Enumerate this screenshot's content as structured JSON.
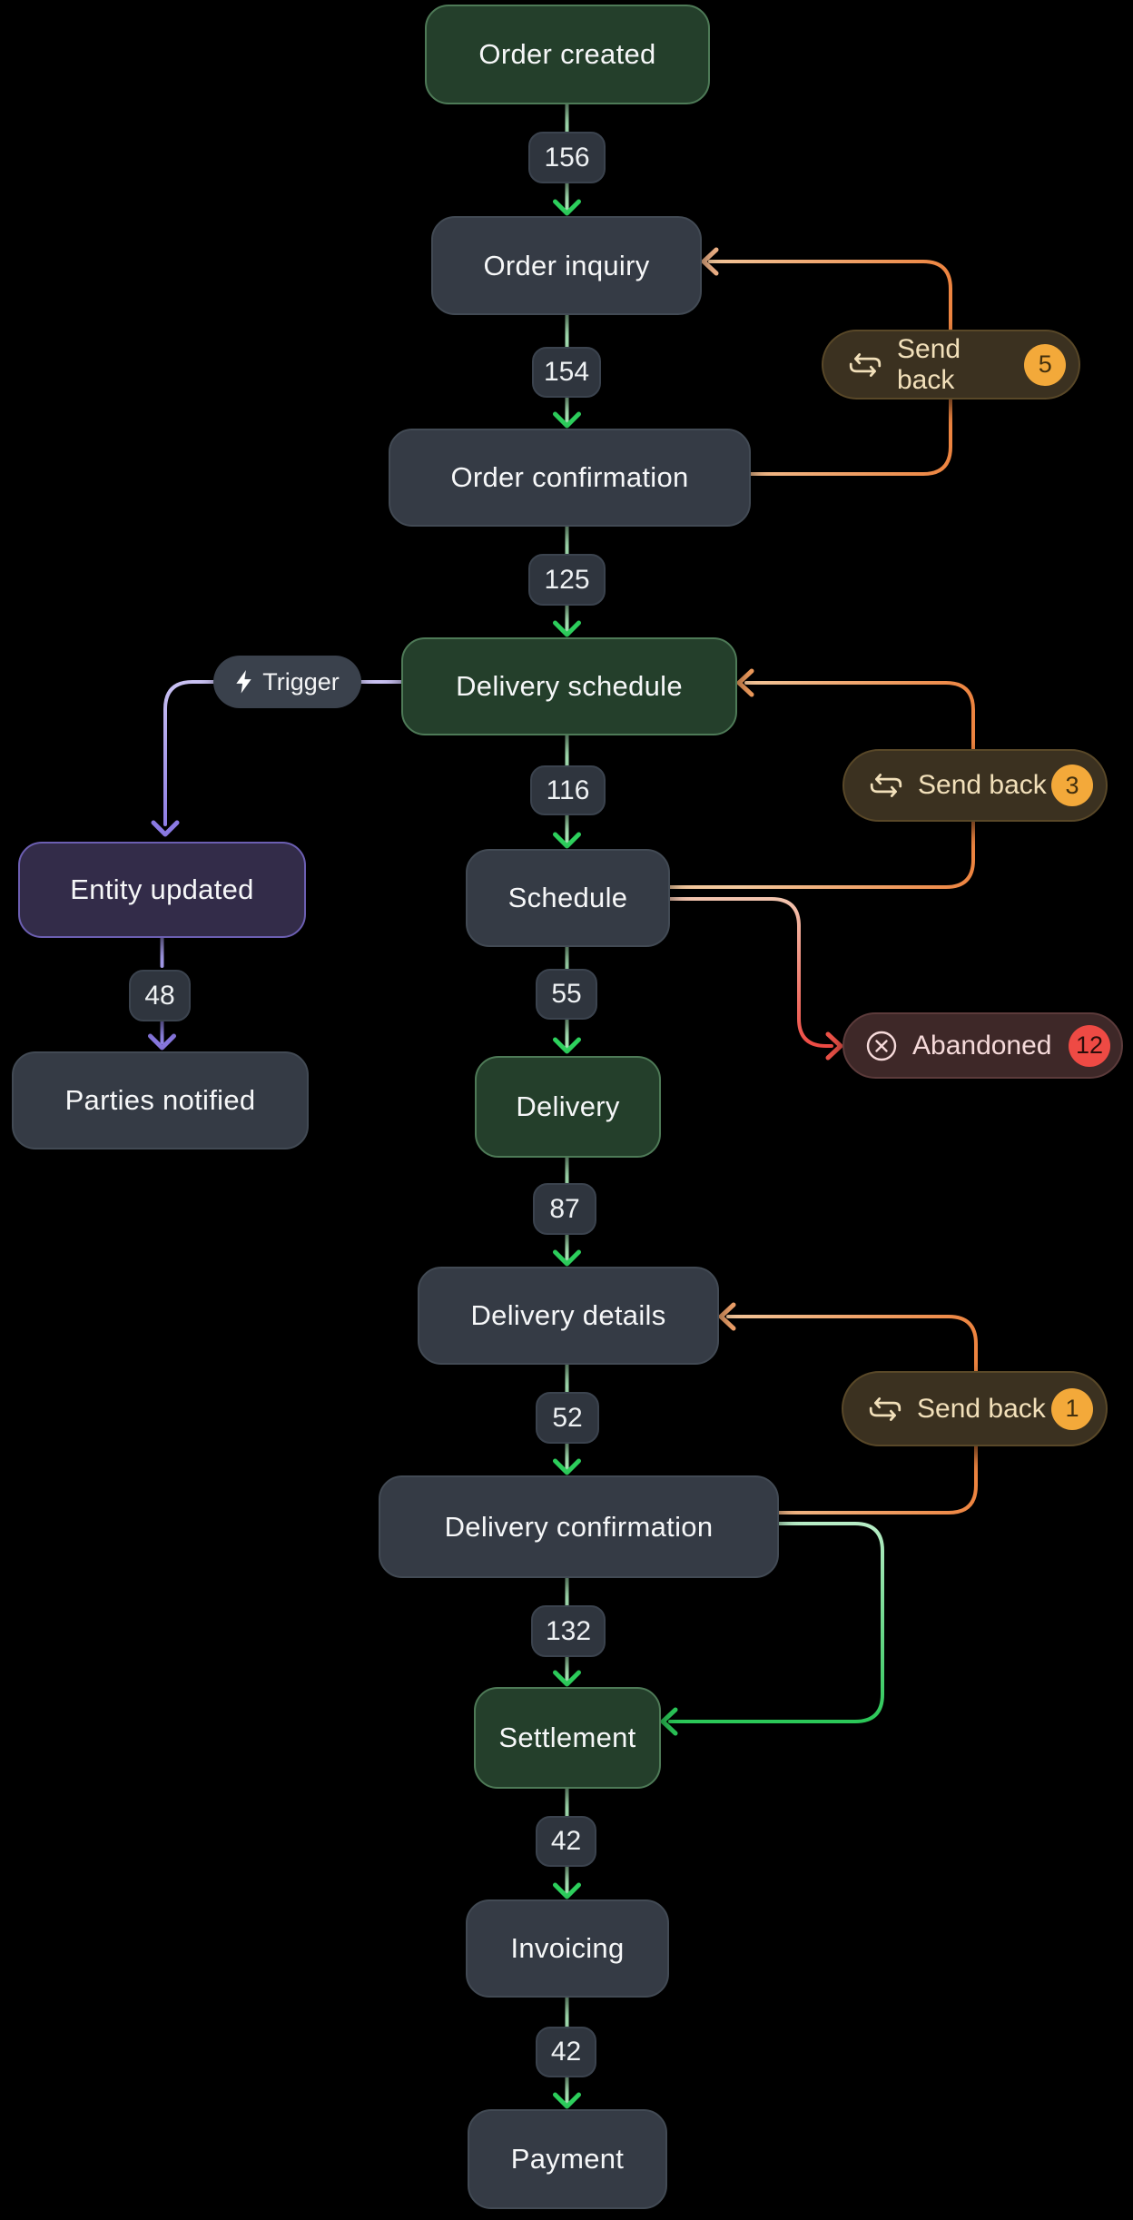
{
  "diagram": {
    "background": "#000000",
    "nodes": [
      {
        "id": "order-created",
        "label": "Order created",
        "kind": "start-green"
      },
      {
        "id": "order-inquiry",
        "label": "Order inquiry",
        "kind": "step-gray"
      },
      {
        "id": "order-confirmation",
        "label": "Order confirmation",
        "kind": "step-gray"
      },
      {
        "id": "delivery-schedule",
        "label": "Delivery schedule",
        "kind": "milestone-green"
      },
      {
        "id": "schedule",
        "label": "Schedule",
        "kind": "step-gray"
      },
      {
        "id": "delivery",
        "label": "Delivery",
        "kind": "milestone-green"
      },
      {
        "id": "delivery-details",
        "label": "Delivery details",
        "kind": "step-gray"
      },
      {
        "id": "delivery-confirmation",
        "label": "Delivery confirmation",
        "kind": "step-gray"
      },
      {
        "id": "settlement",
        "label": "Settlement",
        "kind": "milestone-green"
      },
      {
        "id": "invoicing",
        "label": "Invoicing",
        "kind": "step-gray"
      },
      {
        "id": "payment",
        "label": "Payment",
        "kind": "step-gray"
      },
      {
        "id": "entity-updated",
        "label": "Entity updated",
        "kind": "event-purple"
      },
      {
        "id": "parties-notified",
        "label": "Parties notified",
        "kind": "step-gray"
      }
    ],
    "edges": [
      {
        "from": "order-created",
        "to": "order-inquiry",
        "count": "156"
      },
      {
        "from": "order-inquiry",
        "to": "order-confirmation",
        "count": "154"
      },
      {
        "from": "order-confirmation",
        "to": "delivery-schedule",
        "count": "125"
      },
      {
        "from": "delivery-schedule",
        "to": "schedule",
        "count": "116"
      },
      {
        "from": "schedule",
        "to": "delivery",
        "count": "55"
      },
      {
        "from": "delivery",
        "to": "delivery-details",
        "count": "87"
      },
      {
        "from": "delivery-details",
        "to": "delivery-confirmation",
        "count": "52"
      },
      {
        "from": "delivery-confirmation",
        "to": "settlement",
        "count": "132"
      },
      {
        "from": "settlement",
        "to": "invoicing",
        "count": "42"
      },
      {
        "from": "invoicing",
        "to": "payment",
        "count": "42"
      },
      {
        "from": "entity-updated",
        "to": "parties-notified",
        "count": "48"
      },
      {
        "from": "order-confirmation",
        "to": "order-inquiry",
        "type": "send-back",
        "count": "5"
      },
      {
        "from": "schedule",
        "to": "delivery-schedule",
        "type": "send-back",
        "count": "3"
      },
      {
        "from": "schedule",
        "to": "abandoned",
        "type": "abandon",
        "count": "12"
      },
      {
        "from": "delivery-confirmation",
        "to": "delivery-details",
        "type": "send-back",
        "count": "1"
      },
      {
        "from": "delivery-confirmation",
        "to": "settlement",
        "type": "skip-loop"
      },
      {
        "from": "delivery-schedule",
        "to": "entity-updated",
        "type": "trigger"
      }
    ],
    "badges": {
      "trigger": {
        "label": "Trigger",
        "icon": "lightning-bolt-icon"
      },
      "send_back_1": {
        "label": "Send back",
        "count": "5",
        "icon": "send-back-loop-icon"
      },
      "send_back_2": {
        "label": "Send back",
        "count": "3",
        "icon": "send-back-loop-icon"
      },
      "send_back_3": {
        "label": "Send back",
        "count": "1",
        "icon": "send-back-loop-icon"
      },
      "abandoned": {
        "label": "Abandoned",
        "count": "12",
        "icon": "circle-x-icon"
      }
    },
    "colors": {
      "green_node_bg": "#243f2b",
      "green_node_border": "#4e7a57",
      "gray_node_bg": "#353b45",
      "gray_node_border": "#424a54",
      "purple_node_bg": "#332c49",
      "purple_node_border": "#6c5fb2",
      "label_pill_bg": "#2f353e",
      "label_pill_border": "#3b434e",
      "flow_line": "#a7e3b5",
      "flow_arrowhead": "#2fd45f",
      "loop_orange": "#ed8440",
      "loop_orange_light": "#f2c79c",
      "green_loop": "#2bc758",
      "red_edge": "#ee4b44",
      "purple_edge": "#8b7ae4",
      "purple_edge_light": "#c9c1f2",
      "send_back_bg": "#3b3120",
      "send_back_text": "#f2e0ba",
      "send_back_count_bg": "#f3a93a",
      "abandoned_bg": "#3e2828",
      "abandoned_text": "#f6dada",
      "abandoned_count_bg": "#ee4a44",
      "trigger_pill_bg": "#3a414c"
    }
  }
}
